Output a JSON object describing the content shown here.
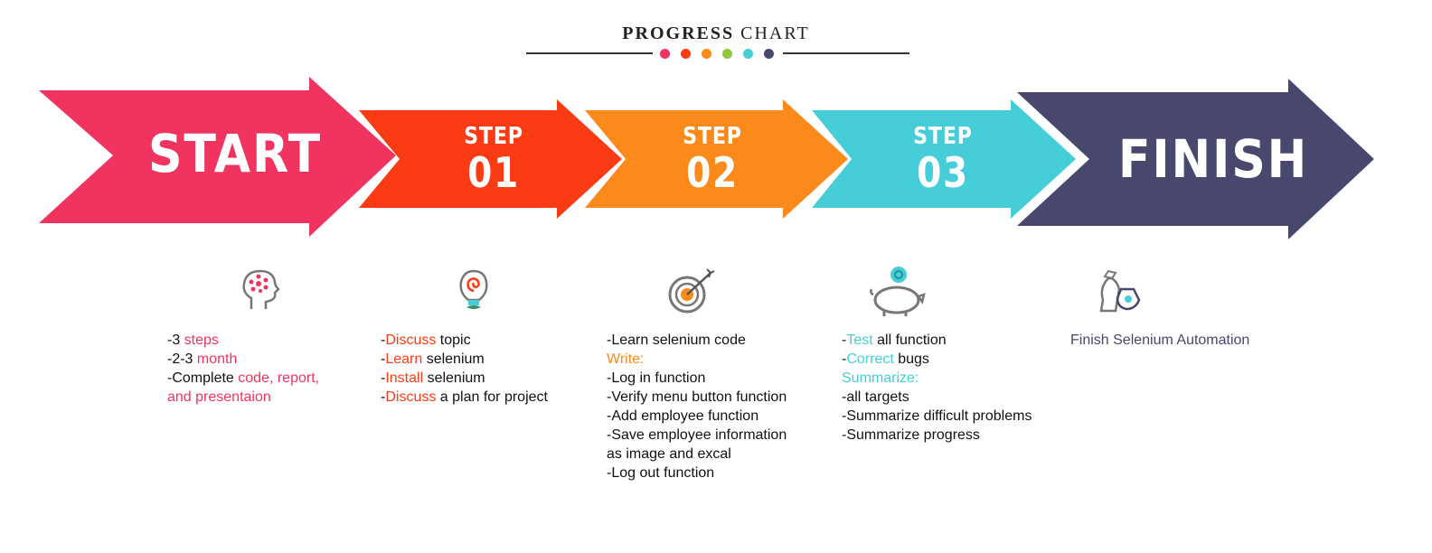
{
  "title": {
    "part1": "PROGRESS",
    "part2": "CHART"
  },
  "colors": {
    "start": "#f0335f",
    "step1": "#fb3b13",
    "step2": "#fc8a1a",
    "step3": "#45cdd8",
    "finish": "#48476e",
    "green": "#8fc63a"
  },
  "arrows": {
    "start": "START",
    "step1": {
      "label": "STEP",
      "num": "01"
    },
    "step2": {
      "label": "STEP",
      "num": "02"
    },
    "step3": {
      "label": "STEP",
      "num": "03"
    },
    "finish": "FINISH"
  },
  "icons": [
    "head-brain-icon",
    "lightbulb-icon",
    "target-arrow-icon",
    "piggy-bank-icon",
    "money-bag-icon"
  ],
  "start_block": {
    "l1a": "-3 ",
    "l1b": "steps",
    "l2a": "-2-3 ",
    "l2b": "month",
    "l3a": "-Complete ",
    "l3b": "code, report,",
    "l4": "and presentaion"
  },
  "step1_block": {
    "l1a": "-",
    "l1b": "Discuss",
    "l1c": " topic",
    "l2a": "-",
    "l2b": "Learn",
    "l2c": " selenium",
    "l3a": "-",
    "l3b": "Install",
    "l3c": " selenium",
    "l4a": "-",
    "l4b": "Discuss",
    "l4c": " a plan for project"
  },
  "step2_block": {
    "l1": "-Learn selenium code",
    "l2": "Write:",
    "l3": "-Log in function",
    "l4": "-Verify menu button function",
    "l5": "-Add employee function",
    "l6": "-Save employee information",
    "l7": "as image and excal",
    "l8": "-Log out function"
  },
  "step3_block": {
    "l1a": "-",
    "l1b": "Test",
    "l1c": " all function",
    "l2a": "-",
    "l2b": "Correct",
    "l2c": " bugs",
    "l3": "Summarize:",
    "l4": "-all targets",
    "l5": "-Summarize difficult problems",
    "l6": "-Summarize progress"
  },
  "finish_block": {
    "l1": "Finish Selenium Automation"
  }
}
